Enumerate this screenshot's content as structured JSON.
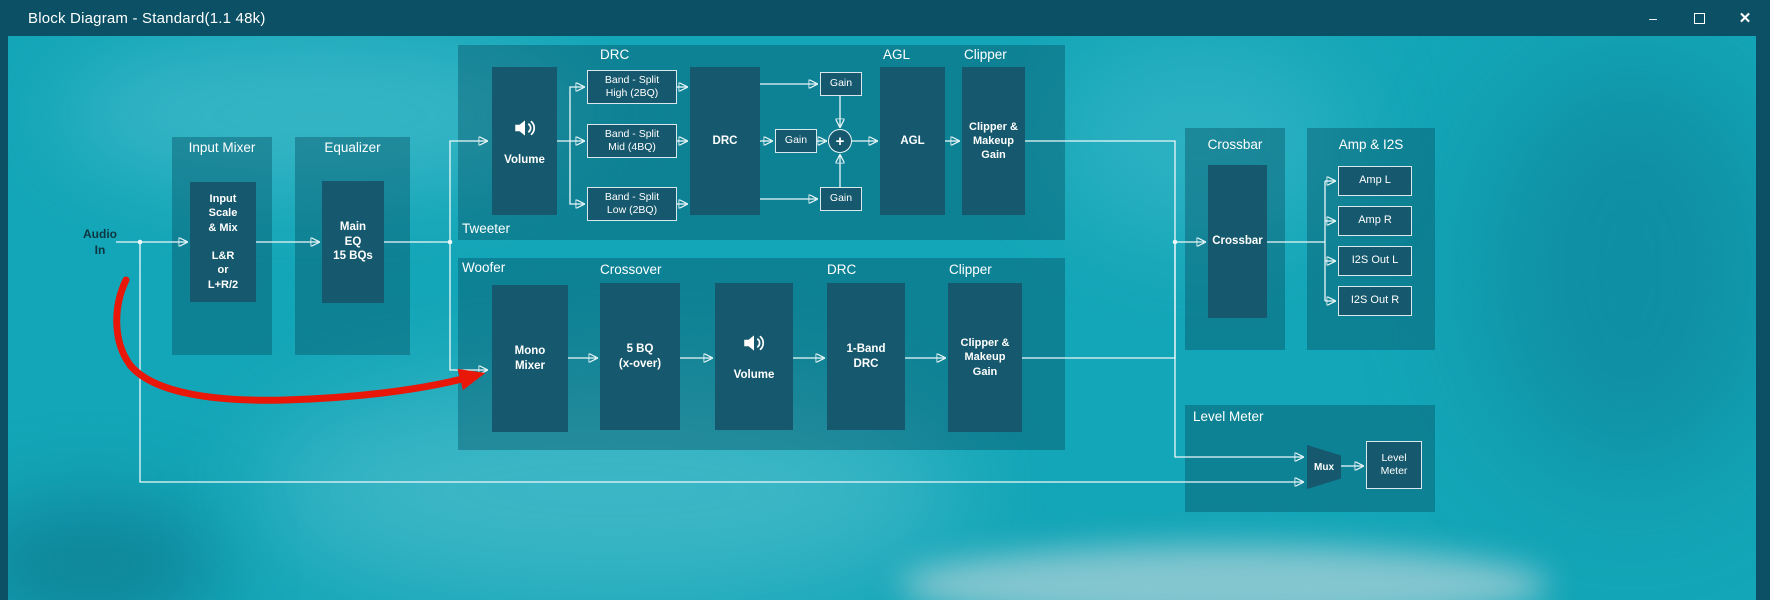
{
  "titlebar": {
    "title": "Block Diagram - Standard(1.1 48k)",
    "minimize_icon": "–",
    "close_icon": "✕"
  },
  "colors": {
    "titlebar_bg": "#0b5064",
    "canvas_bg": "#13a6b8",
    "group_bg": "rgba(8,82,99,0.42)",
    "block_bg": "#16586d",
    "wire": "#ecf7f9",
    "annotation_red": "#e81708"
  },
  "canvas": {
    "audio_in": [
      "Audio",
      "In"
    ],
    "input_mixer": {
      "title": "Input Mixer",
      "block": [
        "Input",
        "Scale",
        "& Mix",
        "",
        "L&R",
        "or",
        "L+R/2"
      ]
    },
    "equalizer": {
      "title": "Equalizer",
      "block": [
        "Main",
        "EQ",
        "15 BQs"
      ]
    },
    "tweeter": {
      "label": "Tweeter",
      "drc_title": "DRC",
      "agl_title": "AGL",
      "clipper_title": "Clipper",
      "volume": "Volume",
      "band_high": [
        "Band - Split",
        "High (2BQ)"
      ],
      "band_mid": [
        "Band - Split",
        "Mid (4BQ)"
      ],
      "band_low": [
        "Band - Split",
        "Low (2BQ)"
      ],
      "drc": "DRC",
      "gain_top": "Gain",
      "gain_mid": "Gain",
      "gain_bottom": "Gain",
      "sum": "+",
      "agl": "AGL",
      "clipper": [
        "Clipper &",
        "Makeup",
        "Gain"
      ]
    },
    "woofer": {
      "label": "Woofer",
      "crossover_title": "Crossover",
      "drc_title": "DRC",
      "clipper_title": "Clipper",
      "mono_mixer": [
        "Mono",
        "Mixer"
      ],
      "xover": [
        "5 BQ",
        "(x-over)"
      ],
      "volume": "Volume",
      "drc": [
        "1-Band",
        "DRC"
      ],
      "clipper": [
        "Clipper &",
        "Makeup",
        "Gain"
      ]
    },
    "crossbar": {
      "title": "Crossbar",
      "block": "Crossbar"
    },
    "amp_i2s": {
      "title": "Amp & I2S",
      "outputs": [
        "Amp L",
        "Amp R",
        "I2S Out L",
        "I2S Out R"
      ]
    },
    "level_meter": {
      "title": "Level Meter",
      "mux": "Mux",
      "block": [
        "Level",
        "Meter"
      ]
    }
  }
}
